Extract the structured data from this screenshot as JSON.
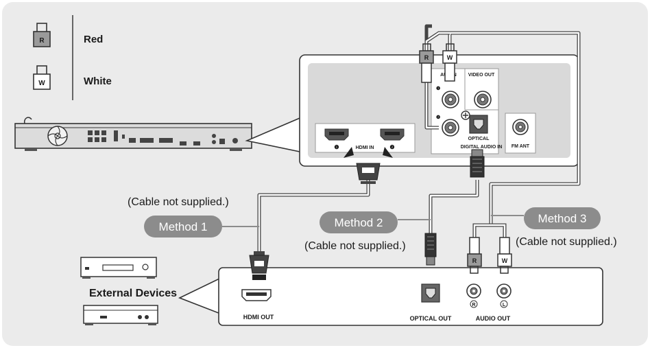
{
  "legend": {
    "items": [
      {
        "letter": "R",
        "label": "Red"
      },
      {
        "letter": "W",
        "label": "White"
      }
    ]
  },
  "home_theater_panel": {
    "hdmi_in_label": "HDMI IN",
    "hdmi_in_port1": "❶",
    "hdmi_in_port2": "❷",
    "audio_in_label": "AUX IN",
    "aux_port1": "❶",
    "aux_port2": "❷",
    "video_out_label": "VIDEO OUT",
    "optical_label": "OPTICAL",
    "digital_audio_in_label": "DIGITAL AUDIO IN",
    "fm_ant_label": "FM ANT"
  },
  "methods": [
    {
      "label": "Method 1",
      "note": "(Cable not supplied.)"
    },
    {
      "label": "Method 2",
      "note": "(Cable not supplied.)"
    },
    {
      "label": "Method 3",
      "note": "(Cable not supplied.)"
    }
  ],
  "external": {
    "title": "External Devices",
    "hdmi_out_label": "HDMI OUT",
    "optical_out_label": "OPTICAL OUT",
    "audio_out_label": "AUDIO OUT",
    "audio_r": "R",
    "audio_l": "L"
  },
  "plugs": {
    "r": "R",
    "w": "W"
  }
}
